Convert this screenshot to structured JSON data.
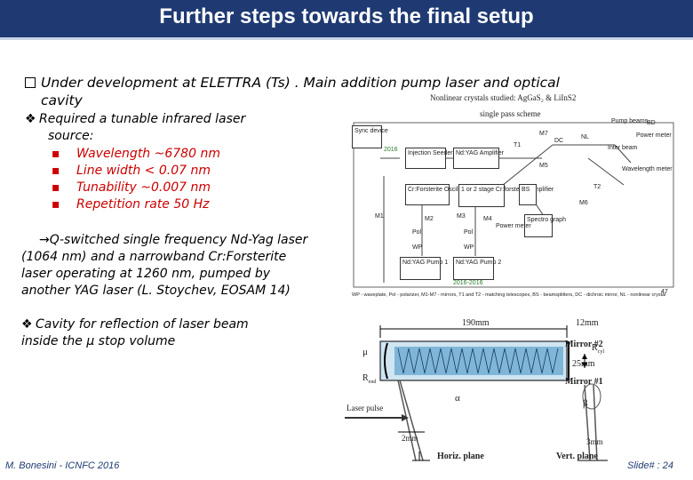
{
  "slide": {
    "title": "Further steps towards the final setup",
    "main_bullet": "Under development at ELETTRA (Ts) . Main addition pump laser and optical",
    "main_bullet_cont": "cavity",
    "sub_bullet_1": "Required a tunable infrared laser",
    "sub_bullet_1_cont": "source:",
    "requirements": [
      "Wavelength ~6780 nm",
      "Line width < 0.07 nm",
      "Tunability ~0.007 nm",
      "Repetition rate 50 Hz"
    ],
    "laser_text": [
      "→Q-switched single frequency Nd-Yag laser",
      "(1064 nm) and a narrowband Cr:Forsterite",
      "laser operating at 1260 nm, pumped by",
      "another YAG laser (L. Stoychev, EOSAM 14)"
    ],
    "sub_bullet_2": "Cavity for reflection of laser beam",
    "sub_bullet_2_cont": "inside the μ stop volume"
  },
  "figure_top": {
    "caption_1": "Nonlinear crystals studied: AgGaS₂ & LiInS2",
    "caption_2": "single pass scheme",
    "labels": {
      "sync": "Sync device",
      "year1": "2016",
      "injection": "Injection Seeder",
      "ndyag_amp": "Nd:YAG Amplifier",
      "crf_osc": "Cr:Forsterite Oscillator",
      "crf_amp": "1 or 2 stage Cr:forsterite Amplifier",
      "pump1": "Nd:YAG Pump 1",
      "pump2": "Nd:YAG Pump 2",
      "pump_beams": "Pump beams",
      "power_meter": "Power meter",
      "inter_beam": "Inter beam",
      "wavelength_meter": "Wavelength meter",
      "spectro": "Spectro graph",
      "bs": "BS",
      "m1": "M1",
      "m2": "M2",
      "m3": "M3",
      "m4": "M4",
      "m5": "M5",
      "m6": "M6",
      "m7": "M7",
      "pol": "Pol",
      "wp": "WP",
      "dc": "DC",
      "nl": "NL",
      "t1": "T1",
      "t2": "T2",
      "bd": "BD",
      "years": "2016-2016"
    },
    "legend": "WP - waveplate, Pol - polarizer, M1-M7 - mirrors, T1 and T2 - matching telescopes, BS - beamsplitters, DC - dichroic mirror, NL - nonlinear crystal",
    "page_no": "47"
  },
  "figure_bottom": {
    "dim_190": "190mm",
    "dim_12": "12mm",
    "mirror2": "Mirror #2",
    "mirror1": "Mirror #1",
    "rcyl": "R",
    "rcyl_sub": "cyl",
    "rend": "R",
    "rend_sub": "end",
    "dim_25": "25mm",
    "mu": "μ",
    "alpha": "α",
    "beta": "β",
    "laser_pulse": "Laser pulse",
    "dim_2": "2mm",
    "dim_3": "3mm",
    "horiz": "Horiz. plane",
    "vert": "Vert. plane"
  },
  "footer": {
    "author": "M. Bonesini - ICNFC 2016",
    "slide_no": "Slide# : 24"
  },
  "colors": {
    "title_bg": "#1f3a73",
    "accent_red": "#cc0000",
    "cavity_blue": "#7fb6d8"
  }
}
